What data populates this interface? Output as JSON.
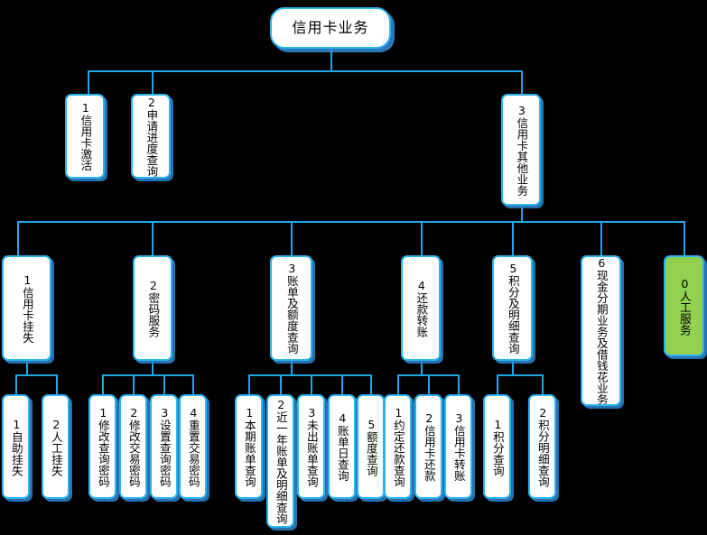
{
  "diagram": {
    "title": "信用卡业务",
    "type": "tree-flowchart",
    "background_color": "#000000",
    "node_fill": "#FFFFFF",
    "node_border": "#2BB3F0",
    "node_shadow": "#2F85CE",
    "highlight_fill": "#92D050",
    "connector_color": "#21A6E8"
  },
  "root": {
    "label": "信用卡业务"
  },
  "level2": [
    {
      "index": "1",
      "label": "1信用卡激活"
    },
    {
      "index": "2",
      "label": "2申请进度查询"
    },
    {
      "index": "3",
      "label": "3信用卡其他业务"
    }
  ],
  "level3": [
    {
      "index": "1",
      "label": "1信用卡挂失"
    },
    {
      "index": "2",
      "label": "2密码服务"
    },
    {
      "index": "3",
      "label": "3账单及额度查询"
    },
    {
      "index": "4",
      "label": "4还款转账"
    },
    {
      "index": "5",
      "label": "5积分及明细查询"
    },
    {
      "index": "6",
      "label": "6现金分期业务及借钱花业务"
    },
    {
      "index": "0",
      "label": "0人工服务",
      "highlight": true
    }
  ],
  "leaves_lost_card": [
    {
      "index": "1",
      "label": "1自助挂失"
    },
    {
      "index": "2",
      "label": "2人工挂失"
    }
  ],
  "leaves_password": [
    {
      "index": "1",
      "label": "1修改查询密码"
    },
    {
      "index": "2",
      "label": "2修改交易密码"
    },
    {
      "index": "3",
      "label": "3设置查询密码"
    },
    {
      "index": "4",
      "label": "4重置交易密码"
    }
  ],
  "leaves_bill": [
    {
      "index": "1",
      "label": "1本期账单查询"
    },
    {
      "index": "2",
      "label": "2近一年账单及明细查询"
    },
    {
      "index": "3",
      "label": "3未出账单查询"
    },
    {
      "index": "4",
      "label": "4账单日查询"
    },
    {
      "index": "5",
      "label": "5额度查询"
    }
  ],
  "leaves_repay": [
    {
      "index": "1",
      "label": "1约定还款查询"
    },
    {
      "index": "2",
      "label": "2信用卡还款"
    },
    {
      "index": "3",
      "label": "3信用卡转账"
    }
  ],
  "leaves_points": [
    {
      "index": "1",
      "label": "1积分查询"
    },
    {
      "index": "2",
      "label": "2积分明细查询"
    }
  ]
}
